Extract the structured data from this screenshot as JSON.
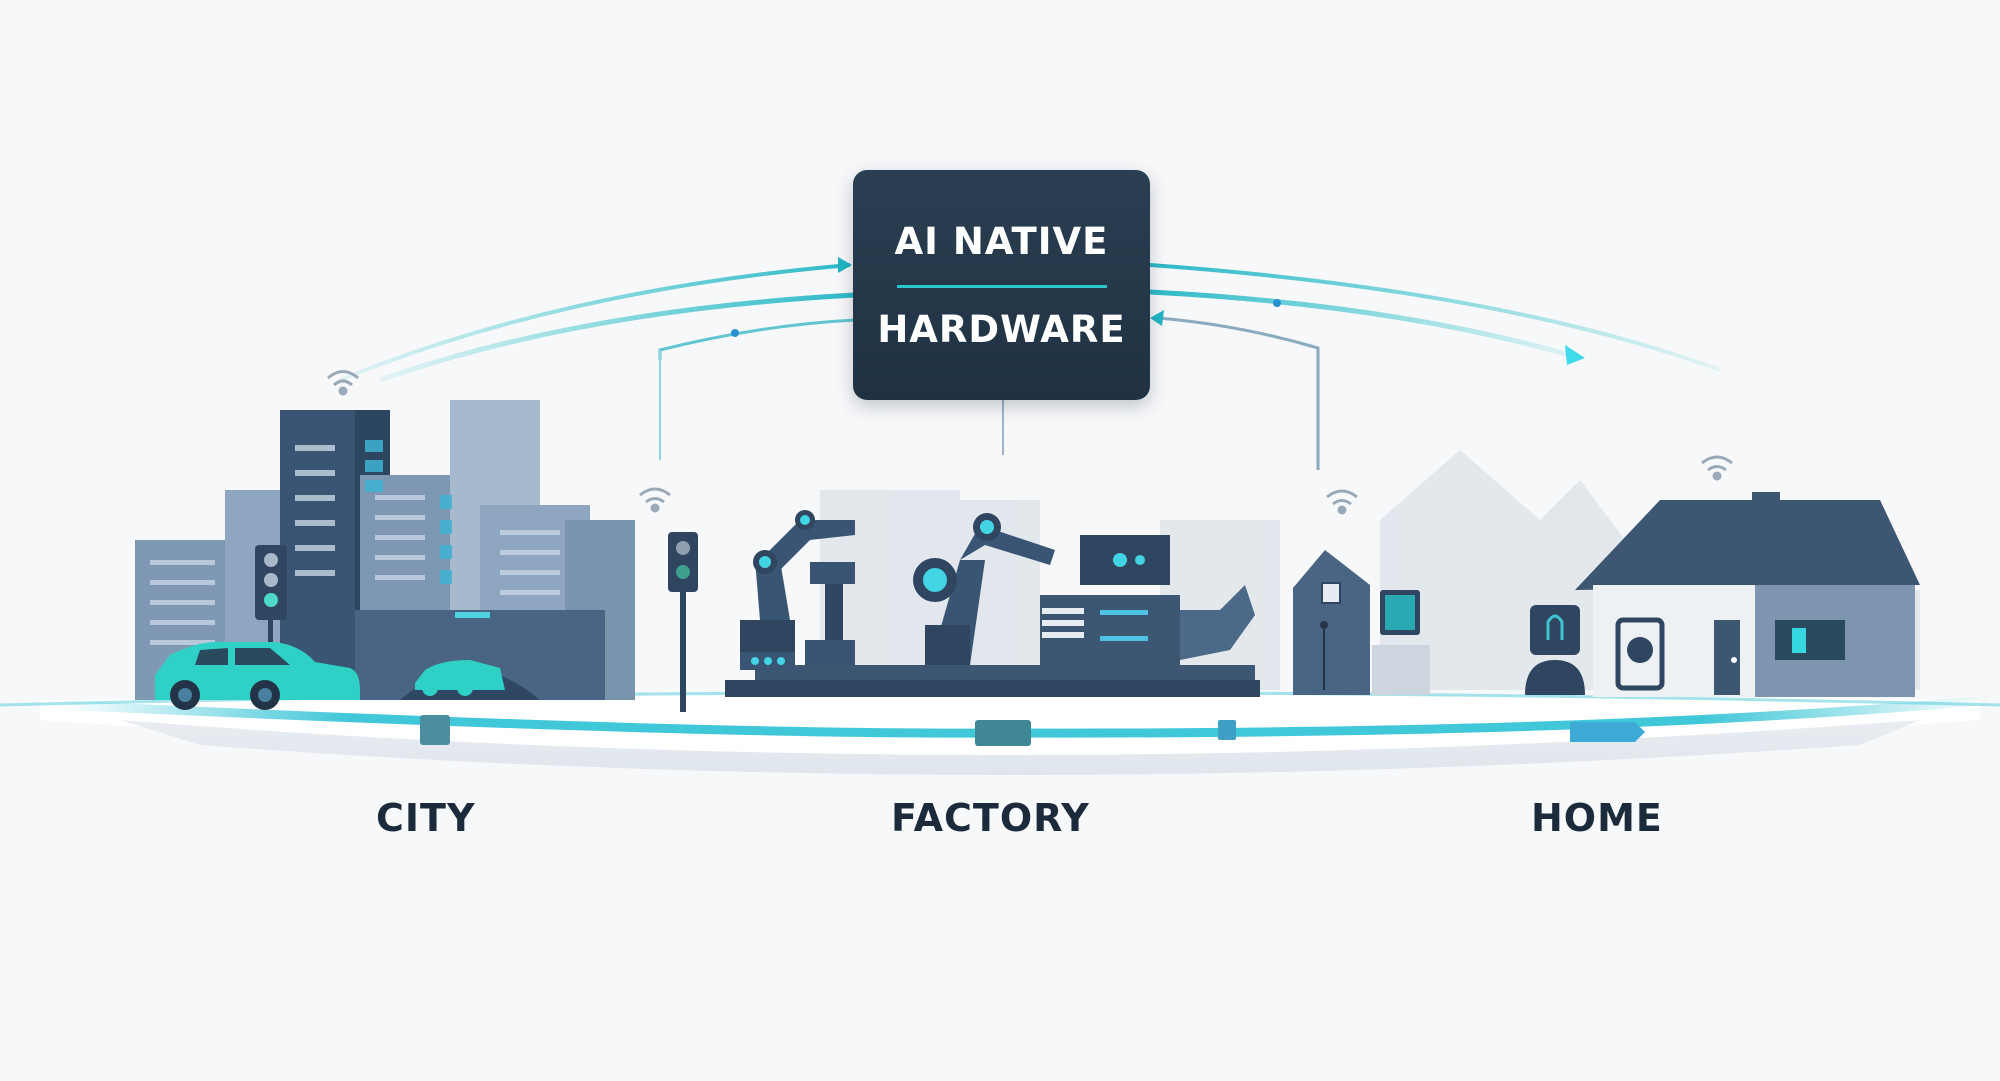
{
  "hub": {
    "line1": "AI NATIVE",
    "line2": "HARDWARE"
  },
  "zones": [
    {
      "id": "city",
      "label": "CITY"
    },
    {
      "id": "factory",
      "label": "FACTORY"
    },
    {
      "id": "home",
      "label": "HOME"
    }
  ],
  "colors": {
    "hub_bg": "#24384b",
    "accent_teal": "#2bc4c9",
    "building_dark": "#3a5573",
    "building_mid": "#5d7a99",
    "building_light": "#a9bccf",
    "label_text": "#1c2b3c",
    "background": "#f7f8fa"
  }
}
